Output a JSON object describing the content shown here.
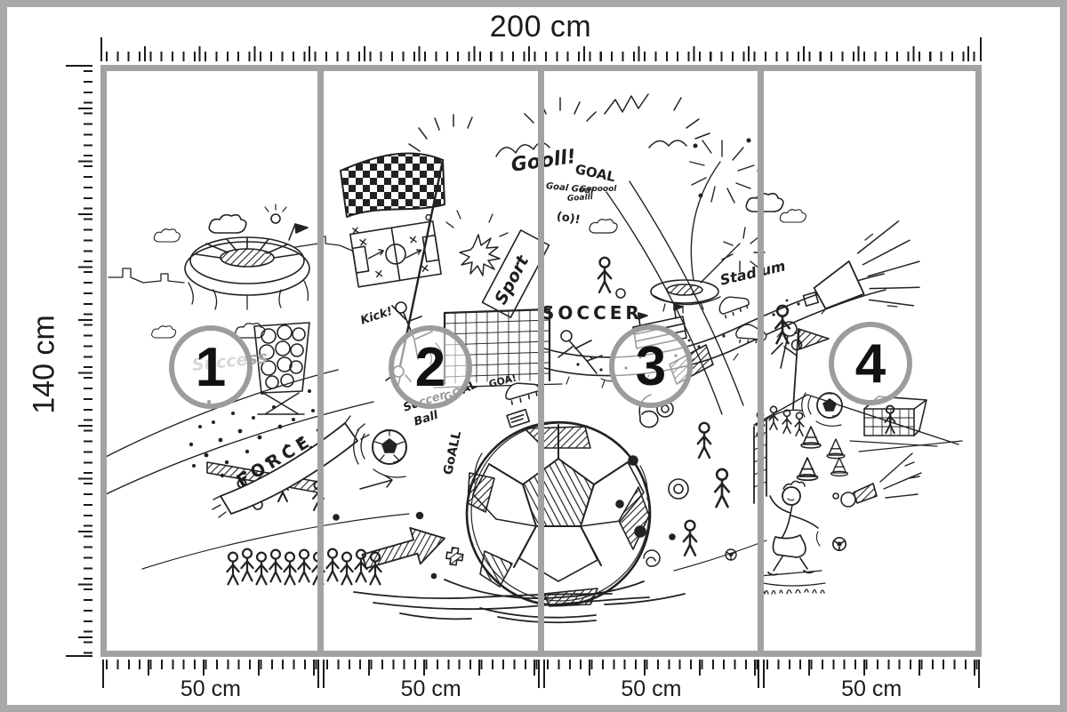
{
  "title": "Wallpaper mural size mockup",
  "colors": {
    "page_border": "#a9a9a9",
    "frame": "#a2a2a2",
    "circle": "#9c9c9c",
    "tick": "#1b1b1b",
    "ink": "#222222"
  },
  "rulers": {
    "top": {
      "label": "200 cm"
    },
    "left": {
      "label": "140 cm"
    },
    "bottom": {
      "segments": [
        {
          "label": "50 cm"
        },
        {
          "label": "50 cm"
        },
        {
          "label": "50 cm"
        },
        {
          "label": "50 cm"
        }
      ]
    }
  },
  "panels": [
    {
      "number": "1"
    },
    {
      "number": "2"
    },
    {
      "number": "3"
    },
    {
      "number": "4"
    }
  ],
  "artwork": {
    "description": "Black-and-white hand-drawn soccer doodle mural: large sketched football, stadium, checkered flag, tactics board, goals, stick-figure players, fireworks, megaphone, cones and goal shouts",
    "texts": [
      {
        "id": "success",
        "text": "Success"
      },
      {
        "id": "kick",
        "text": "Kick!"
      },
      {
        "id": "force",
        "text": "FORCE"
      },
      {
        "id": "sport",
        "text": "Sport"
      },
      {
        "id": "goal-shout-1",
        "text": "Gooll!"
      },
      {
        "id": "goal-shout-2",
        "text": "GOAL"
      },
      {
        "id": "goal-shout-3",
        "text": "Goal Goal"
      },
      {
        "id": "goal-shout-4",
        "text": "Goooool"
      },
      {
        "id": "goal-shout-5",
        "text": "Goalll"
      },
      {
        "id": "goal-shout-6",
        "text": "(o)!"
      },
      {
        "id": "stadium",
        "text": "Stadium"
      },
      {
        "id": "soccer",
        "text": "SOCCER"
      },
      {
        "id": "soccer-ball-l1",
        "text": "Soccer"
      },
      {
        "id": "soccer-ball-l2",
        "text": "Ball"
      },
      {
        "id": "goal-mid",
        "text": "GOAL"
      },
      {
        "id": "goal-vertical",
        "text": "GoALL"
      },
      {
        "id": "goal-small",
        "text": "GOA!"
      }
    ]
  }
}
